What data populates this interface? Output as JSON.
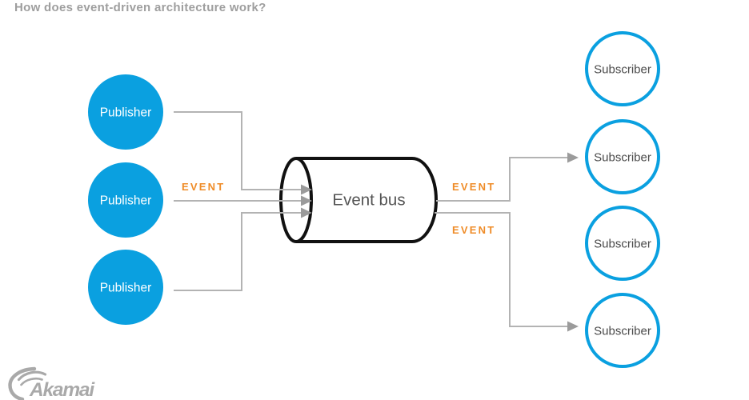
{
  "page": {
    "title": "How does event-driven architecture work?"
  },
  "diagram": {
    "publishers": [
      {
        "label": "Publisher"
      },
      {
        "label": "Publisher"
      },
      {
        "label": "Publisher"
      }
    ],
    "bus": {
      "label": "Event bus"
    },
    "subscribers": [
      {
        "label": "Subscriber"
      },
      {
        "label": "Subscriber"
      },
      {
        "label": "Subscriber"
      },
      {
        "label": "Subscriber"
      }
    ],
    "event_labels": [
      {
        "text": "EVENT"
      },
      {
        "text": "EVENT"
      },
      {
        "text": "EVENT"
      }
    ]
  },
  "footer": {
    "logo_text": "Akamai"
  },
  "colors": {
    "node_blue": "#0aa0e0",
    "event_orange": "#ef8c28",
    "line_gray": "#b3b3b3",
    "arrow_gray": "#9b9b9b",
    "title_gray": "#9e9e9e",
    "bus_stroke": "#111111",
    "node_text_dark": "#4a4a4a",
    "logo_gray": "#a9a9a9"
  }
}
